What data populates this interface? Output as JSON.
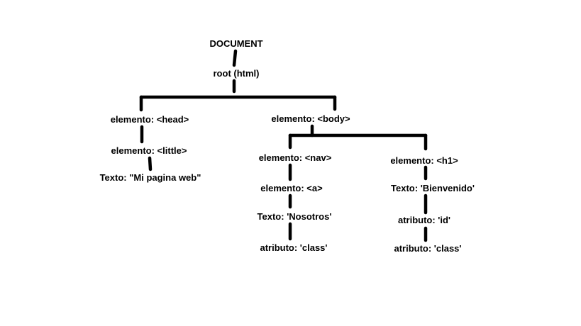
{
  "diagram": {
    "nodes": {
      "document": "DOCUMENT",
      "root": "root (html)",
      "head": "elemento: <head>",
      "little": "elemento: <little>",
      "text_title": "Texto: \"Mi pagina web\"",
      "body": "elemento: <body>",
      "nav": "elemento: <nav>",
      "a": "elemento: <a>",
      "text_nosotros": "Texto: 'Nosotros'",
      "attr_class_a": "atributo: 'class'",
      "h1": "elemento: <h1>",
      "text_bienvenido": "Texto: 'Bienvenido'",
      "attr_id": "atributo: 'id'",
      "attr_class_h1": "atributo: 'class'"
    },
    "colors": {
      "line": "#000000",
      "text": "#000000",
      "background": "#ffffff"
    }
  }
}
